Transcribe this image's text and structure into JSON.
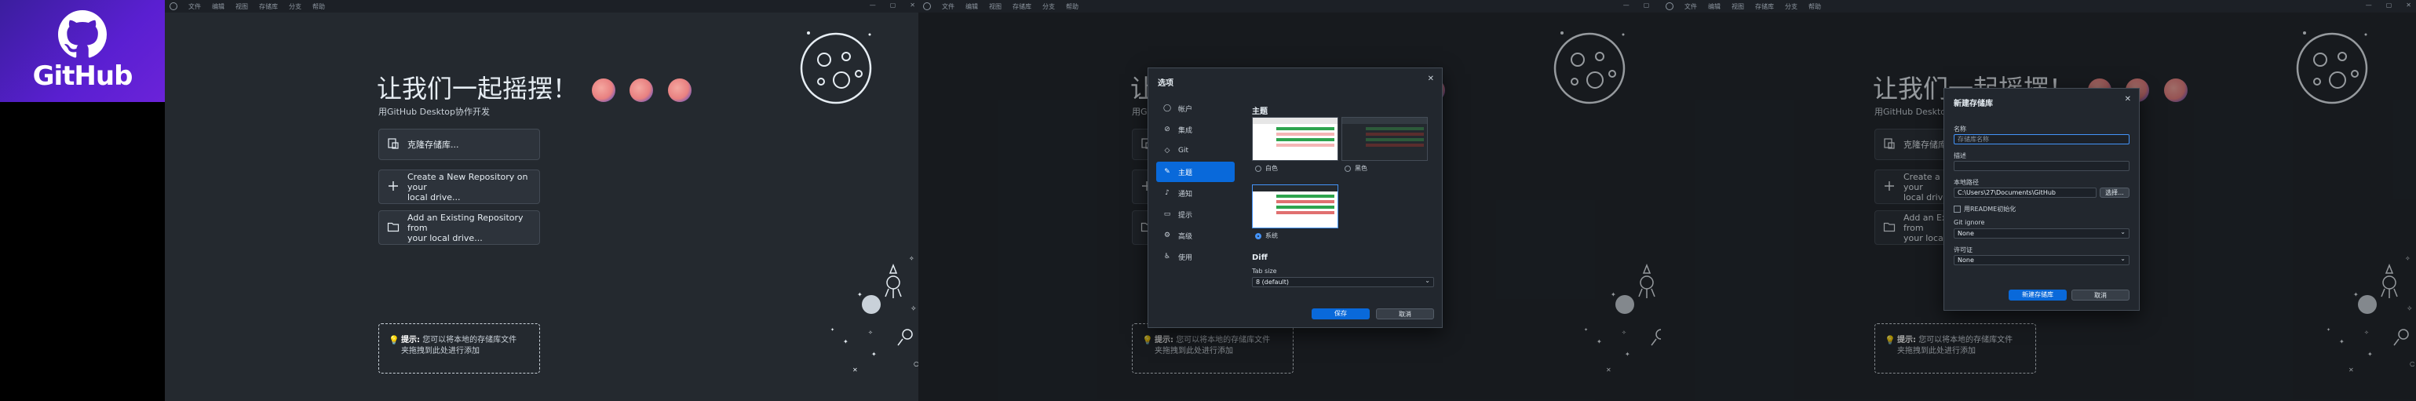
{
  "logo": {
    "text": "GitHub"
  },
  "menu": [
    "文件",
    "编辑",
    "视图",
    "存储库",
    "分支",
    "帮助"
  ],
  "welcome": {
    "title": "让我们一起摇摆！",
    "subtitle": "用GitHub Desktop协作开发",
    "buttons": [
      {
        "label": "克隆存储库..."
      },
      {
        "label_l1": "Create a New Repository on your",
        "label_l2": "local drive..."
      },
      {
        "label_l1": "Add an Existing Repository from",
        "label_l2": "your local drive..."
      }
    ],
    "tip": {
      "prefix": "提示:",
      "line1": "您可以将本地的存储库文件",
      "line2": "夹拖拽到此处进行添加"
    }
  },
  "options_dialog": {
    "title": "选项",
    "sidebar": [
      {
        "label": "帐户",
        "icon": "person-icon"
      },
      {
        "label": "集成",
        "icon": "plug-icon"
      },
      {
        "label": "Git",
        "icon": "git-icon"
      },
      {
        "label": "主题",
        "icon": "paintbrush-icon",
        "selected": true
      },
      {
        "label": "通知",
        "icon": "bell-icon"
      },
      {
        "label": "提示",
        "icon": "comment-icon"
      },
      {
        "label": "高级",
        "icon": "gear-icon"
      },
      {
        "label": "使用",
        "icon": "accessibility-icon"
      }
    ],
    "theme_heading": "主题",
    "themes": [
      {
        "label": "白色",
        "selected": false
      },
      {
        "label": "黑色",
        "selected": false
      },
      {
        "label": "系统",
        "selected": true
      }
    ],
    "diff_heading": "Diff",
    "tab_size_label": "Tab size",
    "tab_size_value": "8 (default)",
    "save_label": "保存",
    "cancel_label": "取消"
  },
  "new_repo_dialog": {
    "title": "新建存储库",
    "name_label": "名称",
    "name_placeholder": "存储库名称",
    "desc_label": "描述",
    "path_label": "本地路径",
    "path_value": "C:\\Users\\27\\Documents\\GitHub",
    "choose_label": "选择...",
    "readme_label": "用README初始化",
    "gitignore_label": "Git ignore",
    "gitignore_value": "None",
    "license_label": "许可证",
    "license_value": "None",
    "create_label": "新建存储库",
    "cancel_label": "取消"
  },
  "colors": {
    "accent": "#0969da",
    "bg": "#24292f",
    "logo_bg": "#5a1fd1"
  }
}
